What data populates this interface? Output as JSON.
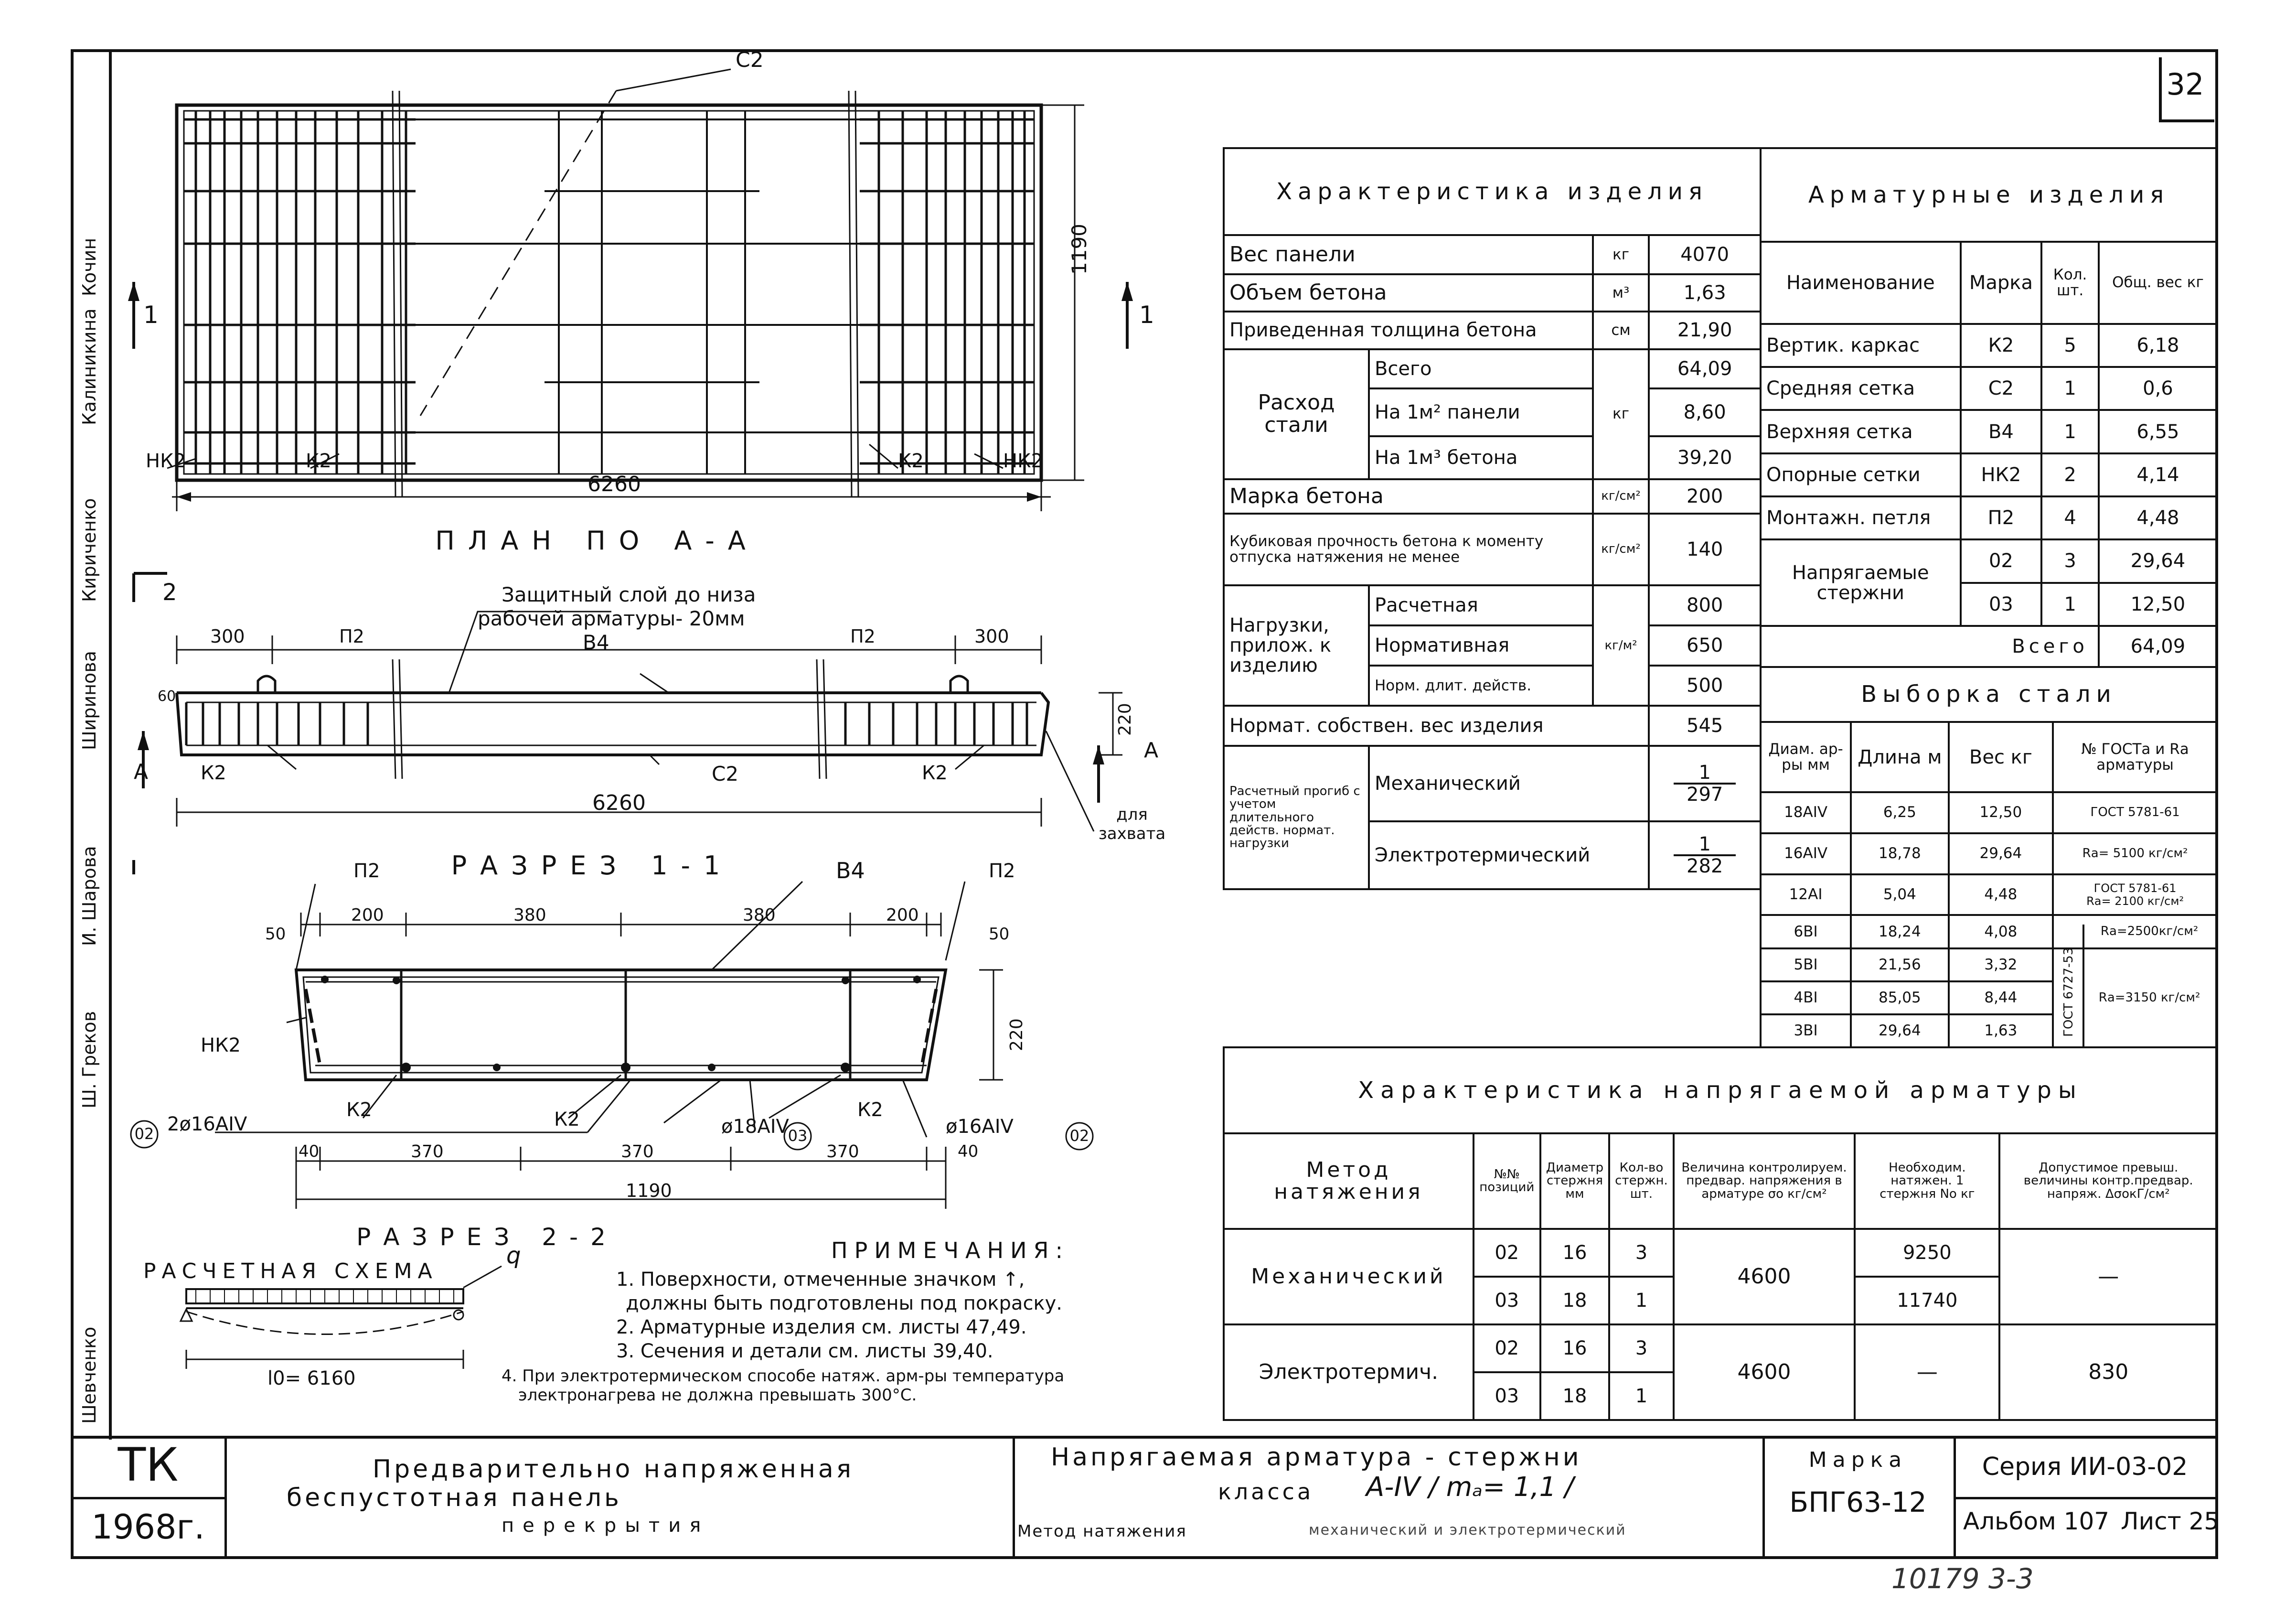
{
  "page_number": "32",
  "sidebar_names": [
    "Шевченко",
    "Ш. Греков",
    "И. Шарова",
    "Ширинова",
    "Кириченко",
    "Калиникина",
    "Кочин"
  ],
  "drawings": {
    "plan": {
      "title": "ПЛАН ПО А-А",
      "labels": {
        "c2": "С2",
        "height": "1190",
        "length": "6260",
        "nk2_left": "НК2",
        "k2_left": "К2",
        "k2_right": "К2",
        "nk2_right": "НК2",
        "mark_left": "1",
        "mark_right": "1"
      }
    },
    "section11": {
      "title": "РАЗРЕЗ 1-1",
      "cover_note_1": "Защитный слой до низа",
      "cover_note_2": "рабочей арматуры- 20мм",
      "labels": {
        "d300_left": "300",
        "d300_right": "300",
        "p2_left": "П2",
        "p2_right": "П2",
        "b4": "В4",
        "c2": "С2",
        "k2_left": "К2",
        "k2_right": "К2",
        "d60": "60",
        "d220": "220",
        "length": "6260",
        "mark_a": "А",
        "mark_2": "2",
        "grip": "для захвата"
      }
    },
    "section22": {
      "title": "РАЗРЕЗ 2-2",
      "labels": {
        "p2_left": "П2",
        "p2_right": "П2",
        "b4": "В4",
        "d50_left": "50",
        "d50_right": "50",
        "d200_left": "200",
        "d380_left": "380",
        "d380_right": "380",
        "d200_right": "200",
        "nk2": "НК2",
        "k2_a": "К2",
        "k2_b": "К2",
        "k2_c": "К2",
        "d220": "220",
        "bars_a": "2ø16АIV",
        "bars_b": "ø18АIV",
        "bars_c": "ø16АIV",
        "pos02_left": "02",
        "pos03": "03",
        "pos02_right": "02",
        "d40_left": "40",
        "d370_a": "370",
        "d370_b": "370",
        "d370_c": "370",
        "d40_right": "40",
        "width": "1190"
      }
    },
    "scheme": {
      "title": "РАСЧЕТНАЯ СХЕМА",
      "q": "q",
      "l0": "l0= 6160"
    }
  },
  "notes": {
    "title": "ПРИМЕЧАНИЯ:",
    "lines": [
      "1. Поверхности, отмеченные значком ↑,",
      "должны быть подготовлены под покраску.",
      "2. Арматурные изделия см. листы 47,49.",
      "3. Сечения и детали см. листы 39,40.",
      "4. При электротермическом способе натяж. арм-ры температура",
      "электронагрева не должна превышать 300°С."
    ]
  },
  "product_table": {
    "title": "Характеристика изделия",
    "rows": {
      "weight": {
        "label": "Вес панели",
        "unit": "кг",
        "value": "4070"
      },
      "volume": {
        "label": "Объем бетона",
        "unit": "м³",
        "value": "1,63"
      },
      "thickness": {
        "label": "Приведенная толщина бетона",
        "unit": "см",
        "value": "21,90"
      },
      "steel_label": "Расход стали",
      "steel_unit": "кг",
      "steel_total": {
        "label": "Всего",
        "value": "64,09"
      },
      "steel_m2": {
        "label": "На 1м² панели",
        "value": "8,60"
      },
      "steel_m3": {
        "label": "На 1м³ бетона",
        "value": "39,20"
      },
      "grade": {
        "label": "Марка бетона",
        "unit": "кг/см²",
        "value": "200"
      },
      "cube": {
        "label": "Кубиковая прочность бетона к моменту отпуска натяжения не менее",
        "unit": "кг/см²",
        "value": "140"
      },
      "loads_label": "Нагрузки, прилож. к изделию",
      "loads_unit": "кг/м²",
      "load_design": {
        "label": "Расчетная",
        "value": "800"
      },
      "load_norm": {
        "label": "Нормативная",
        "value": "650"
      },
      "load_long": {
        "label": "Норм. длит. действ.",
        "value": "500"
      },
      "selfweight": {
        "label": "Нормат. собствен. вес изделия",
        "value": "545"
      },
      "deflection_label": "Расчетный прогиб с учетом длительного действ. нормат. нагрузки",
      "defl_mech": {
        "label": "Механический",
        "num": "1",
        "den": "297"
      },
      "defl_el": {
        "label": "Электротермический",
        "num": "1",
        "den": "282"
      }
    }
  },
  "rebar_table": {
    "title": "Арматурные изделия",
    "headers": [
      "Наименование",
      "Марка",
      "Кол. шт.",
      "Общ. вес кг"
    ],
    "rows": [
      {
        "name": "Вертик. каркас",
        "mark": "К2",
        "qty": "5",
        "weight": "6,18"
      },
      {
        "name": "Средняя сетка",
        "mark": "С2",
        "qty": "1",
        "weight": "0,6"
      },
      {
        "name": "Верхняя сетка",
        "mark": "В4",
        "qty": "1",
        "weight": "6,55"
      },
      {
        "name": "Опорные сетки",
        "mark": "НК2",
        "qty": "2",
        "weight": "4,14"
      },
      {
        "name": "Монтажн. петля",
        "mark": "П2",
        "qty": "4",
        "weight": "4,48"
      }
    ],
    "tension": {
      "name": "Напрягаемые стержни",
      "rows": [
        {
          "mark": "02",
          "qty": "3",
          "weight": "29,64"
        },
        {
          "mark": "03",
          "qty": "1",
          "weight": "12,50"
        }
      ]
    },
    "total_label": "Всего",
    "total_value": "64,09"
  },
  "steel_table": {
    "title": "Выборка стали",
    "headers": [
      "Диам. ар-ры мм",
      "Длина м",
      "Вес кг",
      "№ ГОСТа и Rа арматуры"
    ],
    "rows": [
      {
        "dia": "18АIV",
        "len": "6,25",
        "wt": "12,50"
      },
      {
        "dia": "16АIV",
        "len": "18,78",
        "wt": "29,64"
      },
      {
        "dia": "12АI",
        "len": "5,04",
        "wt": "4,48"
      },
      {
        "dia": "6ВI",
        "len": "18,24",
        "wt": "4,08"
      },
      {
        "dia": "5ВI",
        "len": "21,56",
        "wt": "3,32"
      },
      {
        "dia": "4ВI",
        "len": "85,05",
        "wt": "8,44"
      },
      {
        "dia": "3ВI",
        "len": "29,64",
        "wt": "1,63"
      }
    ],
    "std": {
      "g1": "ГОСТ 5781-61",
      "r1": "Rа= 5100 кг/см²",
      "g2a": "ГОСТ 5781-61",
      "g2b": "Rа= 2100 кг/см²",
      "r3": "Rа=2500кг/см²",
      "g4": "ГОСТ 6727-53",
      "r4": "Rа=3150 кг/см²"
    }
  },
  "prestress_table": {
    "title": "Характеристика напрягаемой арматуры",
    "headers": [
      "Метод натяжения",
      "№№ позиций",
      "Диаметр стержня мм",
      "Кол-во стержн. шт.",
      "Величина контролируем. предвар. напряжения в арматуре σo кг/см²",
      "Необходим. натяжен. 1 стержня No кг",
      "Допустимое превыш. величины контр.предвар. напряж. ΔσoкГ/см²"
    ],
    "mechanical": {
      "method": "Механический",
      "rows": [
        {
          "pos": "02",
          "dia": "16",
          "qty": "3",
          "force": "9250"
        },
        {
          "pos": "03",
          "dia": "18",
          "qty": "1",
          "force": "11740"
        }
      ],
      "stress": "4600",
      "allow": "—"
    },
    "electro": {
      "method": "Электротермич.",
      "rows": [
        {
          "pos": "02",
          "dia": "16",
          "qty": "3"
        },
        {
          "pos": "03",
          "dia": "18",
          "qty": "1"
        }
      ],
      "stress": "4600",
      "force": "—",
      "allow": "830"
    }
  },
  "title_block": {
    "tk": "ТК",
    "year": "1968г.",
    "name_1": "Предварительно напряженная",
    "name_2": "беспустотная панель",
    "name_3": "перекрытия",
    "tension_1": "Напрягаемая арматура - стержни",
    "tension_2a": "класса",
    "tension_2b": "А-IV / mₐ= 1,1 /",
    "tension_3a": "Метод натяжения",
    "tension_3b": "механический и электротермический",
    "mark_label": "Марка",
    "mark": "БПГ63-12",
    "series": "Серия ИИ-03-02",
    "album": "Альбом 107",
    "sheet": "Лист 25"
  },
  "archive_number": "10179 3-3"
}
